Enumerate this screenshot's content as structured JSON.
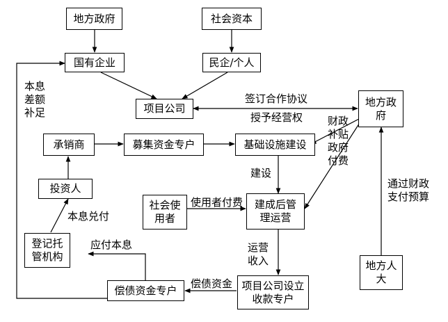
{
  "nodes": {
    "local_gov_top": "地方政府",
    "social_capital": "社会资本",
    "soe": "国有企业",
    "private": "民企/个人",
    "project_company": "项目公司",
    "local_gov_right": "地方政府",
    "underwriter": "承销商",
    "raise_account": "募集资金专户",
    "infrastructure": "基础设施建设",
    "investor": "投资人",
    "social_user": "社会使用者",
    "operation": "建成后管理运营",
    "registry": "登记托管机构",
    "repay_account": "偿债资金专户",
    "collection_account": "项目公司设立收款专户",
    "local_npc": "地方人大"
  },
  "labels": {
    "sign_agreement": "签订合作协议",
    "grant_rights": "授予经营权",
    "subsidy": "财政补贴政府付费",
    "interest_top_up": "本息差额补足",
    "build": "建设",
    "user_pay": "使用者付费",
    "principal_interest": "本息兑付",
    "payable_interest": "应付本息",
    "operating_revenue": "运营收入",
    "repayment_fund": "偿债资金",
    "budget": "通过财政支付预算"
  },
  "colors": {
    "line": "#000000",
    "background": "#ffffff"
  }
}
